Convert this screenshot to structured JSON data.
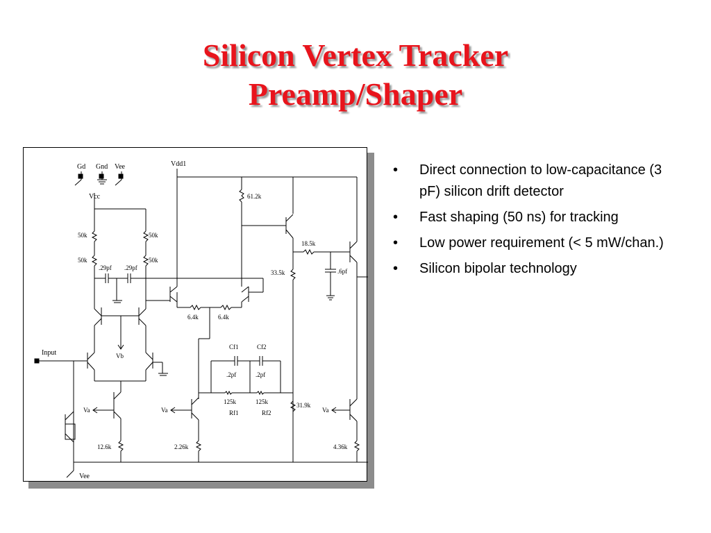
{
  "slide": {
    "title_line1": "Silicon Vertex Tracker",
    "title_line2": "Preamp/Shaper",
    "accent_color": "#e8141c",
    "bullet_glyph": "•",
    "bullets": [
      "Direct connection to low-capacitance (3 pF) silicon drift detector",
      "Fast shaping (50 ns) for tracking",
      "Low power requirement (< 5 mW/chan.)",
      "Silicon bipolar technology"
    ]
  },
  "schematic": {
    "labels": {
      "gd": "Gd",
      "gnd": "Gnd",
      "vee_top": "Vee",
      "vcc": "Vcc",
      "vdd1": "Vdd1",
      "r50k_1": "50k",
      "r50k_2": "50k",
      "r50k_3": "50k",
      "r50k_4": "50k",
      "c029_1": ".29pf",
      "c029_2": ".29pf",
      "r6_4k_1": "6.4k",
      "r6_4k_2": "6.4k",
      "r61_2k": "61.2k",
      "r18_5k": "18.5k",
      "r33_5k": "33.5k",
      "c06pf": ".6pf",
      "input": "Input",
      "vb": "Vb",
      "cf1": "Cf1",
      "cf2": "Cf2",
      "c02pf_1": ".2pf",
      "c02pf_2": ".2pf",
      "r125k_1": "125k",
      "r125k_2": "125k",
      "rf1": "Rf1",
      "rf2": "Rf2",
      "r31_9k": "31.9k",
      "va_1": "Va",
      "va_2": "Va",
      "va_3": "Va",
      "r12_6k": "12.6k",
      "r2_26k": "2.26k",
      "r4_36k": "4.36k",
      "vee_bottom": "Vee"
    }
  }
}
